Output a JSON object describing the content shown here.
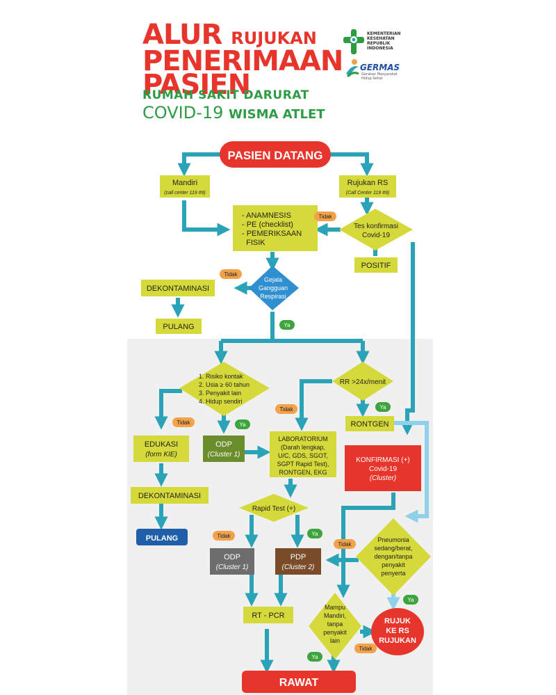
{
  "header": {
    "title_line1_big": "ALUR",
    "title_line1_small": "RUJUKAN",
    "title_line2": "PENERIMAAN",
    "title_line3": "PASIEN",
    "subtitle_line1": "RUMAH SAKIT DARURAT",
    "subtitle_line2a": "COVID-19",
    "subtitle_line2b": "WISMA ATLET"
  },
  "logos": {
    "kemenkes_lines": [
      "KEMENTERIAN",
      "KESEHATAN",
      "REPUBLIK",
      "INDONESIA"
    ],
    "germas": "GERMAS",
    "germas_sub_lines": [
      "Gerakan Masyarakat",
      "Hidup Sehat"
    ]
  },
  "nodes": {
    "pasien_datang": "PASIEN DATANG",
    "mandiri": "Mandiri",
    "mandiri_sub": "(call center 119 #9)",
    "rujukan_rs": "Rujukan RS",
    "rujukan_rs_sub": "(Call Center 119 #9)",
    "anamnesis": [
      "- ANAMNESIS",
      "- PE (checklist)",
      "- PEMERIKSAAN",
      "  FISIK"
    ],
    "tes_konfirmasi": [
      "Tes konfirmasi",
      "Covid-19"
    ],
    "positif": "POSITIF",
    "gejala": [
      "Gejala",
      "Gangguan",
      "Respirasi"
    ],
    "dekontaminasi_top": "DEKONTAMINASI",
    "pulang_top": "PULANG",
    "risiko": [
      "1. Risiko kontak",
      "2. Usia ≥ 60 tahun",
      "3. Penyakit lain",
      "4. Hidup sendiri"
    ],
    "rr": "RR >24x/menit",
    "rontgen": "RONTGEN",
    "edukasi": "EDUKASI",
    "edukasi_sub": "(form KIE)",
    "odp_cluster1_top": "ODP",
    "odp_cluster1_top_sub": "(Cluster 1)",
    "laboratorium": [
      "LABORATORIUM",
      "(Darah lengkap,",
      "U/C, GDS, SGOT,",
      "SGPT Rapid Test),",
      "RONTGEN, EKG"
    ],
    "konfirmasi": [
      "KONFIRMASI (+)",
      "Covid-19",
      "(Cluster)"
    ],
    "dekontaminasi_left": "DEKONTAMINASI",
    "pulang_left": "PULANG",
    "rapid_test": "Rapid Test (+)",
    "pneumonia": [
      "Pneumonia",
      "sedang/berat,",
      "dengan/tanpa",
      "penyakit",
      "penyerta"
    ],
    "odp_cluster1_bottom": "ODP",
    "odp_cluster1_bottom_sub": "(Cluster 1)",
    "pdp_cluster2": "PDP",
    "pdp_cluster2_sub": "(Cluster 2)",
    "mampu_mandiri": [
      "Mampu",
      "Mandiri,",
      "tanpa",
      "penyakit",
      "lain"
    ],
    "rt_pcr": "RT - PCR",
    "rujuk": [
      "RUJUK",
      "KE RS",
      "RUJUKAN"
    ],
    "rawat": "RAWAT"
  },
  "labels": {
    "tidak": "Tidak",
    "ya": "Ya"
  },
  "colors": {
    "red": "#e8352c",
    "green": "#2e9b45",
    "yellow_box": "#d6d93a",
    "arrow_teal": "#2aa3b8",
    "arrow_light": "#8fd0ea",
    "blue_diamond": "#2f8fd0",
    "olive_box": "#6b8d2c",
    "grey_box": "#6d6d6d",
    "brown_box": "#7a4c2a",
    "navy_box": "#1f5ea8",
    "orange_tag": "#f2a24a",
    "green_tag": "#3ea53e",
    "panel_bg": "#f0f0f0"
  }
}
